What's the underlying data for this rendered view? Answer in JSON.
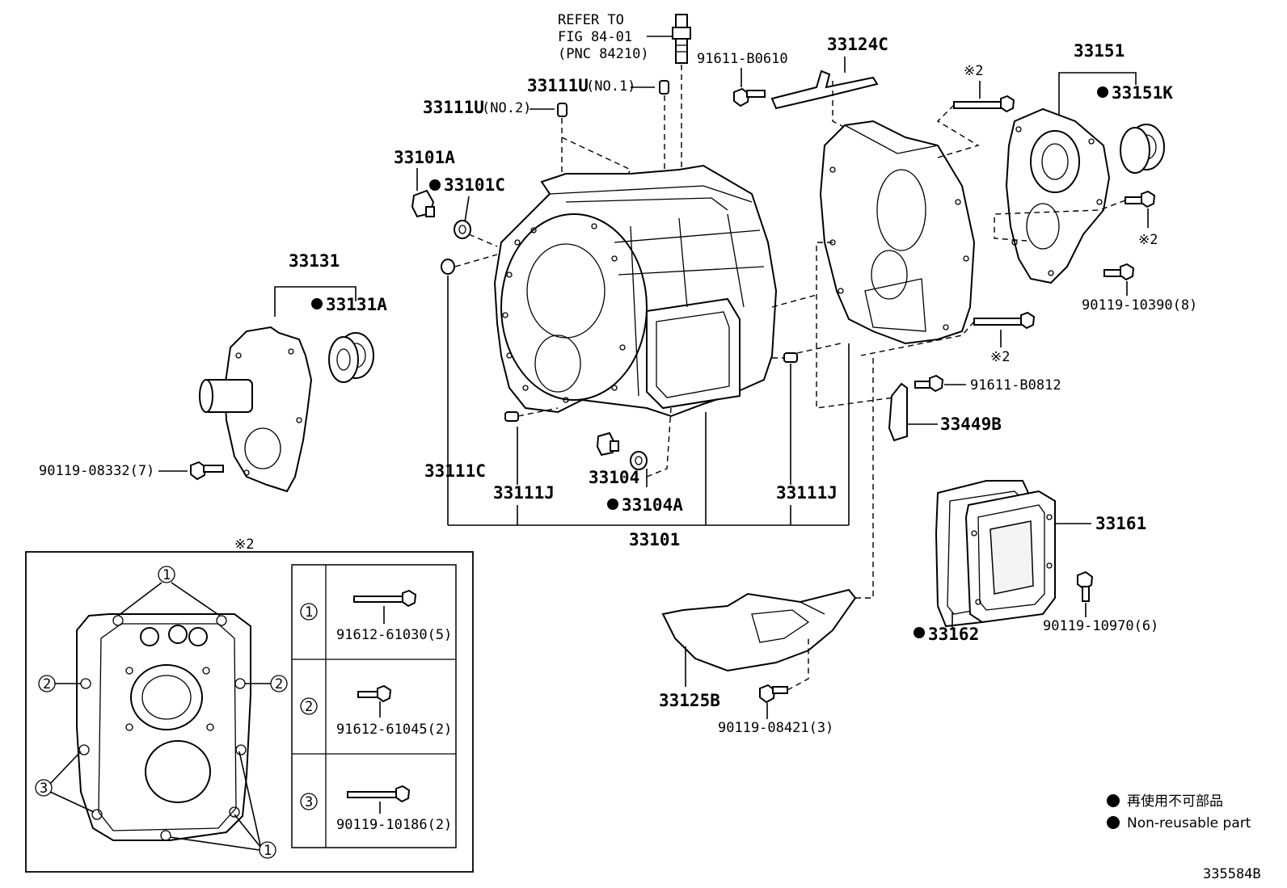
{
  "diagram_id": "335584B",
  "refer": {
    "line1": "REFER TO",
    "line2": "FIG 84-01",
    "line3": "(PNC 84210)"
  },
  "labels": {
    "p33124C": "33124C",
    "p33151": "33151",
    "p33151K": "33151K",
    "p91611_B0610": "91611-B0610",
    "p33111U_no1": "33111U",
    "p33111U_no1_sub": "(NO.1)",
    "p33111U_no2": "33111U",
    "p33111U_no2_sub": "(NO.2)",
    "p33101A": "33101A",
    "p33101C": "33101C",
    "p33131": "33131",
    "p33131A": "33131A",
    "p90119_08332": "90119-08332(7)",
    "p33111C": "33111C",
    "p33111J_left": "33111J",
    "p33104": "33104",
    "p33104A": "33104A",
    "p33111J_right": "33111J",
    "p33101": "33101",
    "p90119_10390": "90119-10390(8)",
    "p91611_B0812": "91611-B0812",
    "p33449B": "33449B",
    "p33161": "33161",
    "p33162": "33162",
    "p90119_10970": "90119-10970(6)",
    "p33125B": "33125B",
    "p90119_08421": "90119-08421(3)",
    "mark2": "※2"
  },
  "inset": {
    "title": "※2",
    "callout1": "1",
    "callout2": "2",
    "callout3": "3",
    "rows": [
      {
        "num": "1",
        "part": "91612-61030(5)"
      },
      {
        "num": "2",
        "part": "91612-61045(2)"
      },
      {
        "num": "3",
        "part": "90119-10186(2)"
      }
    ]
  },
  "legend": [
    {
      "text": "再使用不可部品"
    },
    {
      "text": "Non-reusable part"
    }
  ]
}
